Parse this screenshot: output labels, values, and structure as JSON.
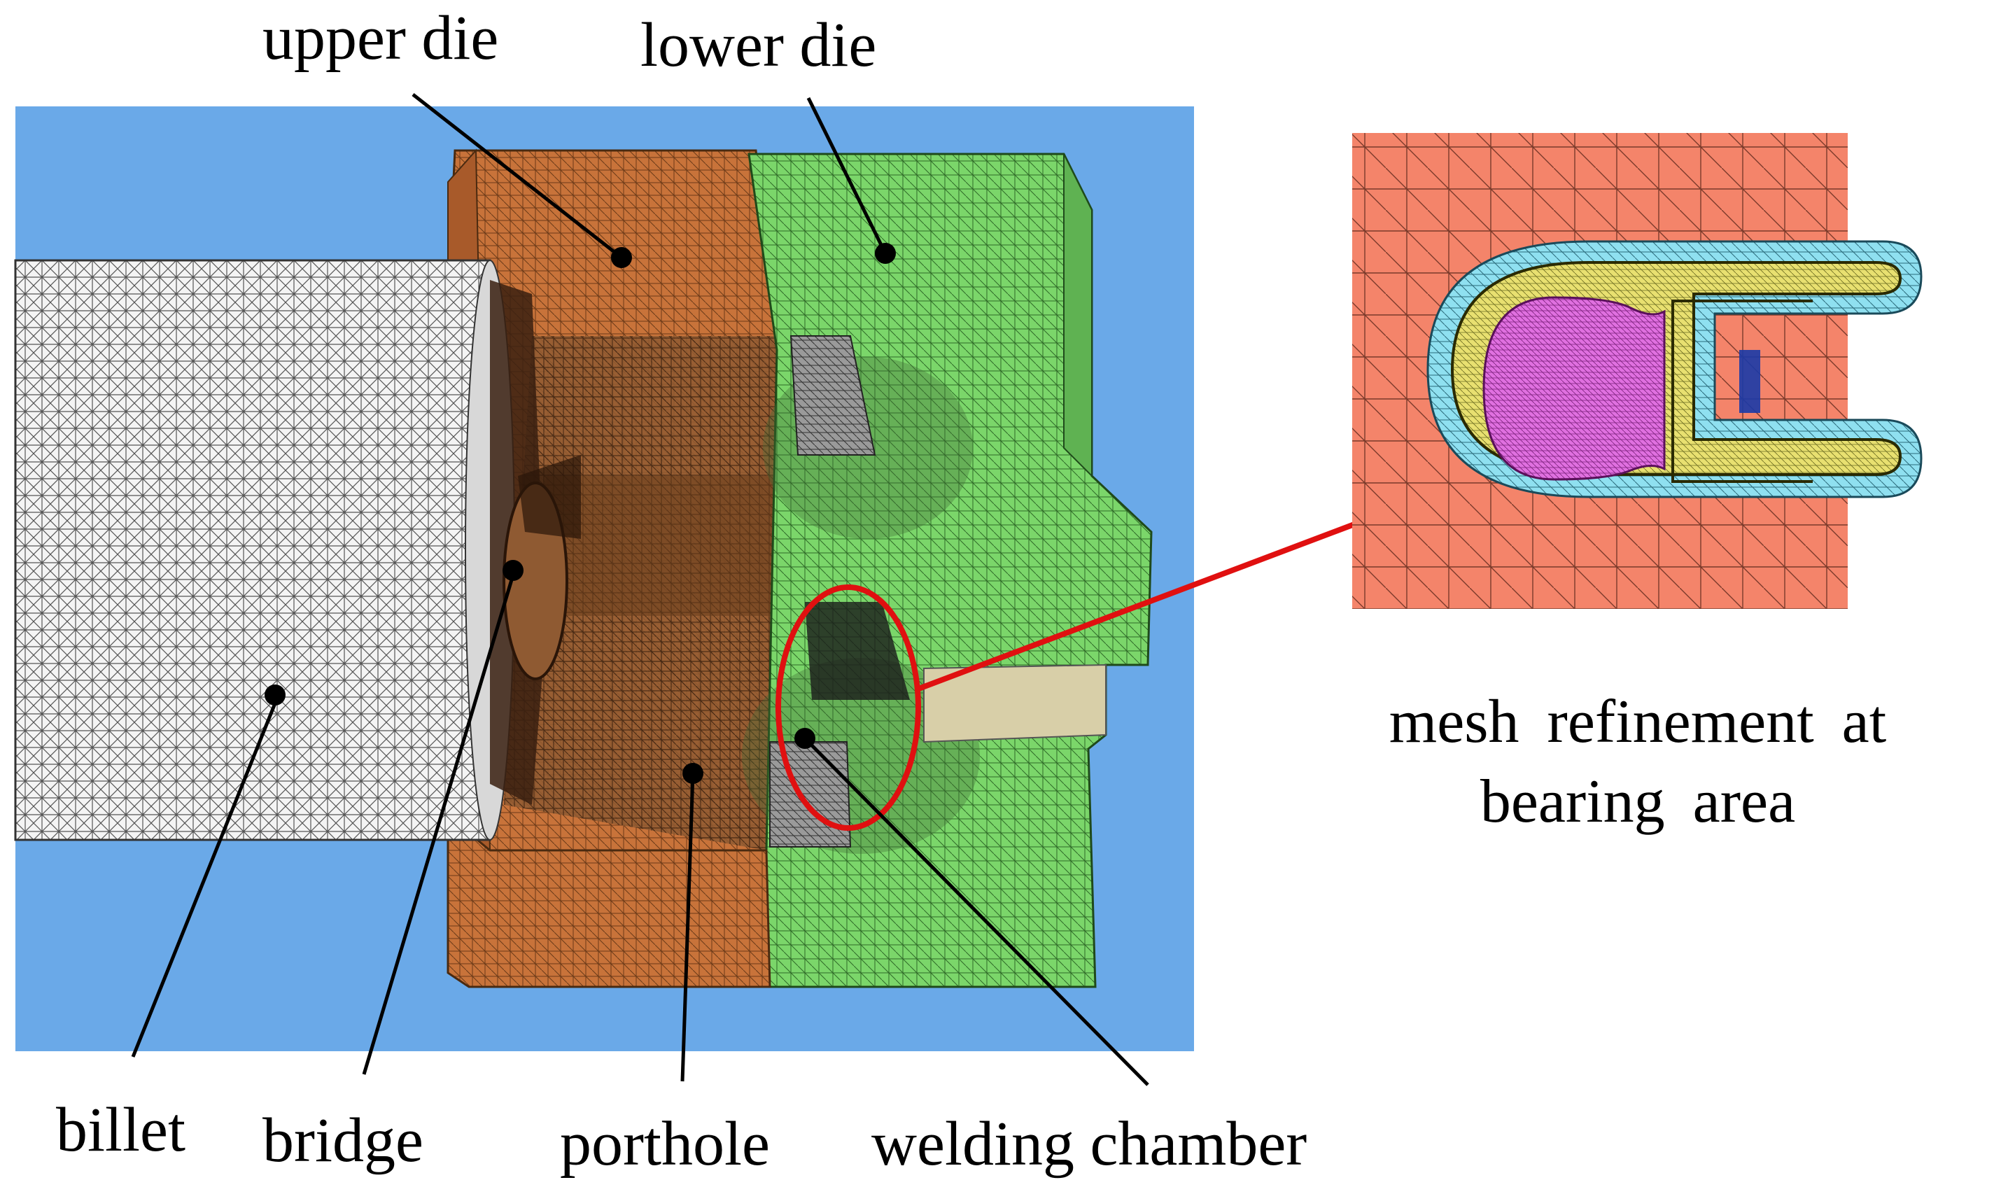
{
  "labels": {
    "upper_die": "upper die",
    "lower_die": "lower die",
    "billet": "billet",
    "bridge": "bridge",
    "porthole": "porthole",
    "welding_chamber": "welding chamber"
  },
  "inset_caption": {
    "line1": "mesh refinement at",
    "line2": "bearing area"
  },
  "colors": {
    "background_blue": "#6aa9e8",
    "upper_die_orange": "#c8733a",
    "upper_die_shadow": "#7a4a26",
    "lower_die_green": "#7bd66a",
    "billet_white": "#f4f4f4",
    "highlight_red": "#e01010",
    "inset_salmon": "#f4846a",
    "inset_cyan": "#8fe0f0",
    "inset_yellow": "#e8e070",
    "inset_magenta": "#e070e0"
  }
}
